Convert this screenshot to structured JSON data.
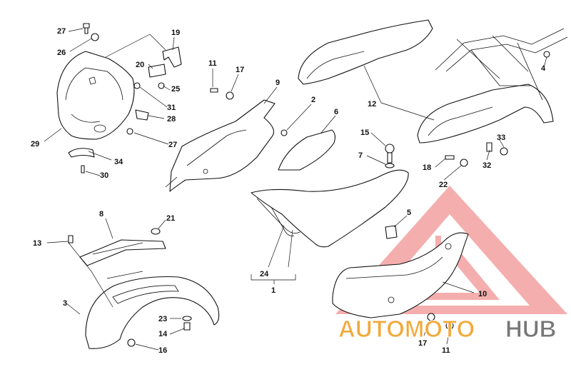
{
  "diagram": {
    "callouts": [
      "27",
      "26",
      "19",
      "20",
      "11",
      "17",
      "9",
      "2",
      "6",
      "12",
      "4",
      "29",
      "31",
      "25",
      "28",
      "27",
      "15",
      "7",
      "18",
      "33",
      "32",
      "22",
      "34",
      "30",
      "8",
      "21",
      "13",
      "5",
      "24",
      "1",
      "10",
      "3",
      "23",
      "14",
      "16",
      "17",
      "11"
    ]
  },
  "watermark": {
    "text_main": "AUTOMOTO",
    "text_accent": "HUB",
    "color_main": "#f2a93b",
    "color_accent": "#777777",
    "triangle_color": "#f08c8c"
  }
}
